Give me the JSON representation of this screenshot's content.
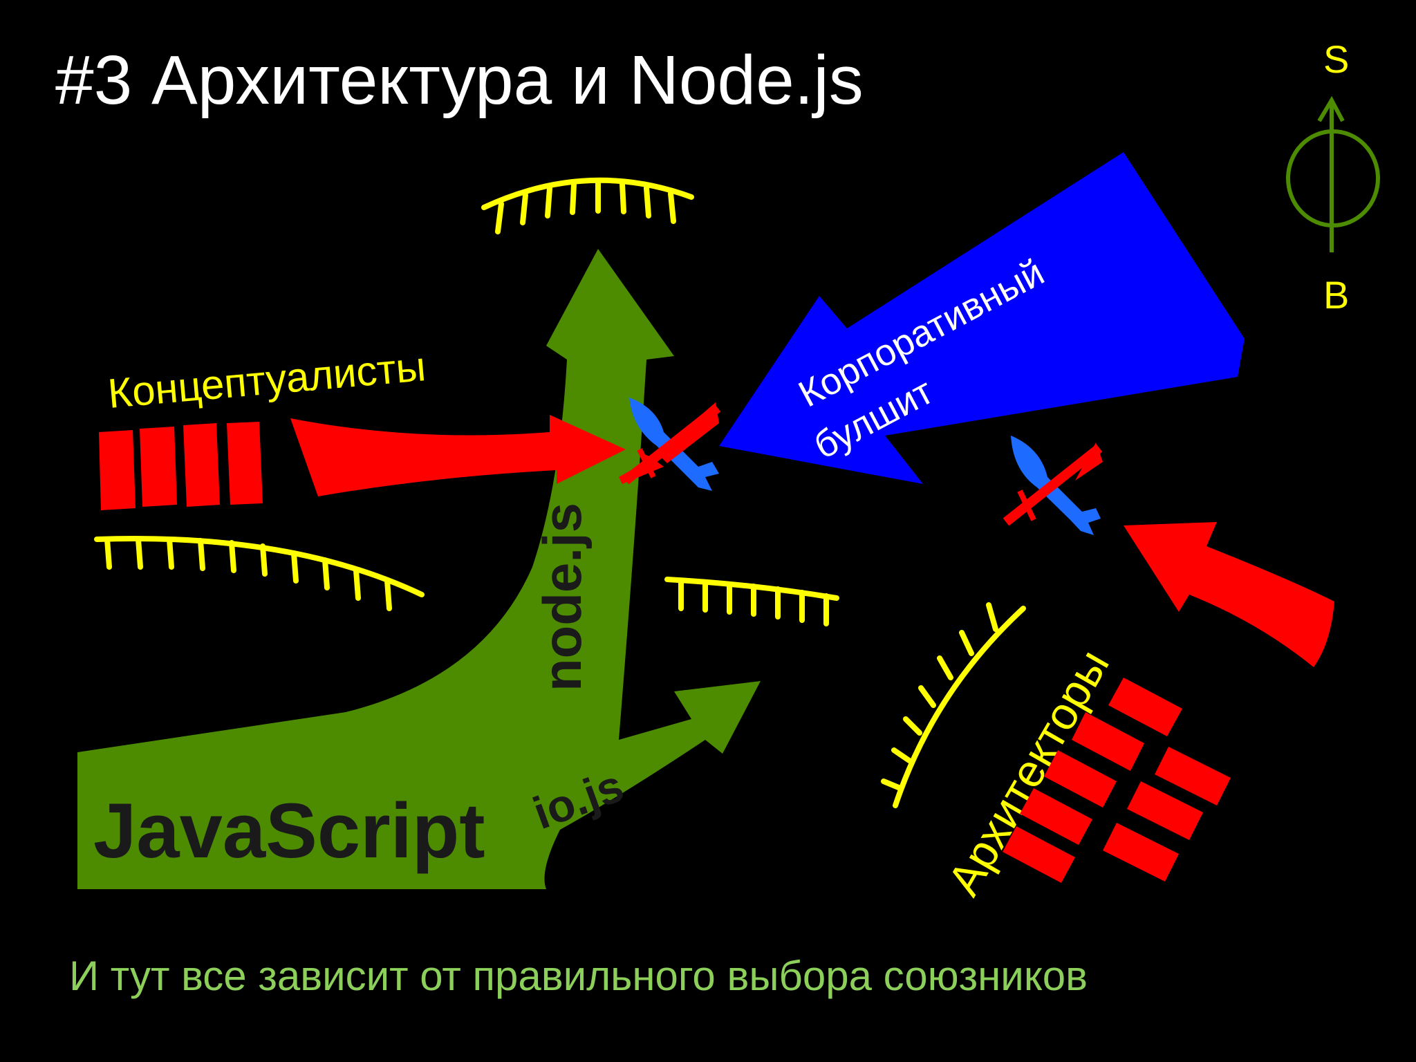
{
  "slide": {
    "title": "#3 Архитектура и Node.js",
    "footer": "И тут все зависит от правильного выбора союзников"
  },
  "compass": {
    "top": "S",
    "bottom": "B"
  },
  "labels": {
    "conceptualists": "Концептуалисты",
    "corporate_line1": "Корпоративный",
    "corporate_line2": "булшит",
    "architects": "Архитекторы",
    "javascript": "JavaScript",
    "nodejs": "node.js",
    "iojs": "io.js"
  },
  "colors": {
    "background": "#000000",
    "title": "#ffffff",
    "footer": "#8ccf5a",
    "green_army": "#4d8c00",
    "red_army": "#ff0000",
    "blue_army": "#0000ff",
    "sword_blue": "#1e6bff",
    "yellow": "#ffff00",
    "compass_green": "#4d8c00",
    "label_dark": "#1a1a1a"
  }
}
